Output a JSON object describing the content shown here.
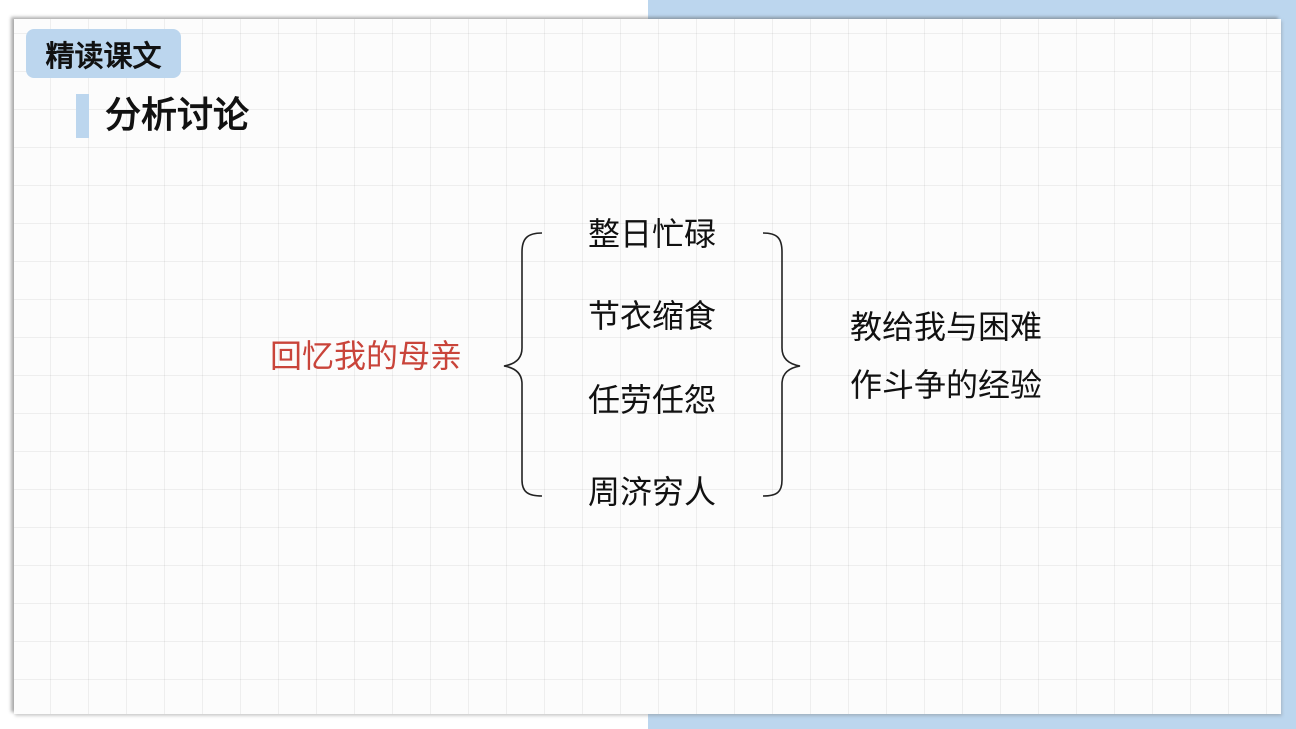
{
  "section_badge": "精读课文",
  "heading": "分析讨论",
  "diagram": {
    "root": "回忆我的母亲",
    "items": [
      "整日忙碌",
      "节衣缩食",
      "任劳任怨",
      "周济穷人"
    ],
    "conclusion_lines": [
      "教给我与困难",
      "作斗争的经验"
    ]
  },
  "colors": {
    "accent_blue": "#bcd6ee",
    "root_red": "#c9443a",
    "text": "#111111"
  }
}
